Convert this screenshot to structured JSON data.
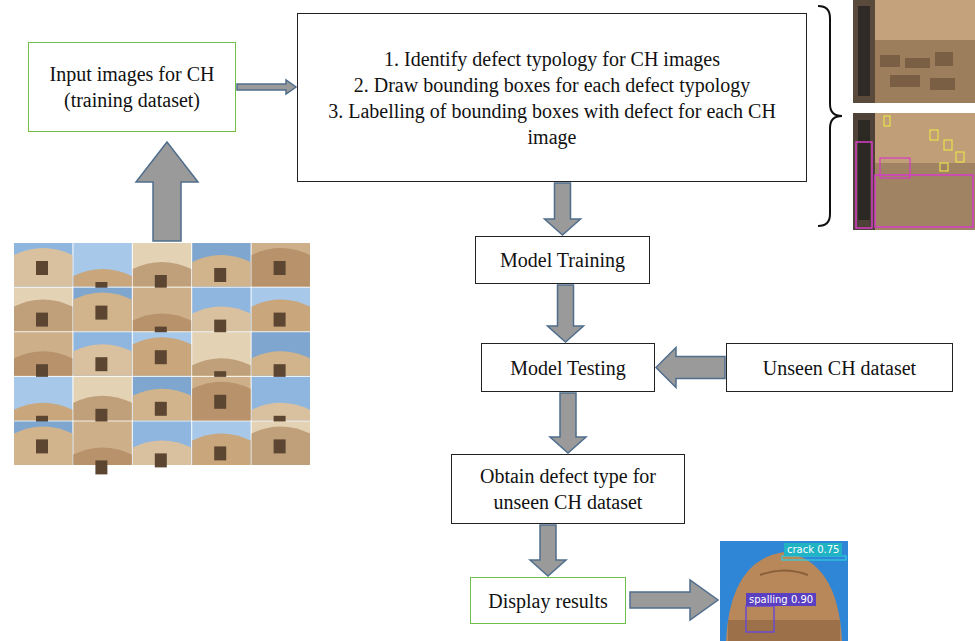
{
  "diagram": {
    "nodes": [
      {
        "text": [
          "Input images for CH (training dataset)"
        ]
      },
      {
        "text": [
          "1. Identify defect typology for CH images",
          "2. Draw bounding boxes for each defect typology",
          "3. Labelling of bounding boxes with defect for each CH image"
        ]
      },
      {
        "text": [
          "Model Training"
        ]
      },
      {
        "text": [
          "Model Testing"
        ]
      },
      {
        "text": [
          "Unseen CH dataset"
        ]
      },
      {
        "text": [
          "Obtain defect type for unseen CH dataset"
        ]
      },
      {
        "text": [
          "Display results"
        ]
      }
    ],
    "edges": [
      {
        "from": 0,
        "to": 1,
        "arrow": "to"
      },
      {
        "from": 1,
        "to": 2,
        "arrow": "to"
      },
      {
        "from": 2,
        "to": 3,
        "arrow": "to"
      },
      {
        "from": 4,
        "to": 3,
        "arrow": "to"
      },
      {
        "from": 3,
        "to": 5,
        "arrow": "to"
      },
      {
        "from": 5,
        "to": 6,
        "arrow": "to"
      }
    ],
    "labels": [
      "crack 0.75",
      "spalling 0.90"
    ]
  }
}
